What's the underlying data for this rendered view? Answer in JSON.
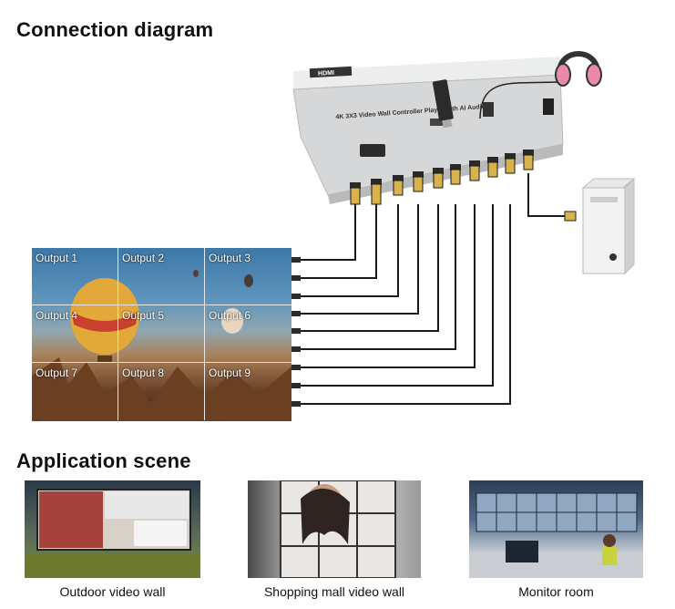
{
  "headings": {
    "connection": "Connection diagram",
    "application": "Application scene"
  },
  "device": {
    "brand": "HDMI",
    "model": "4K 3X3 Video Wall Controller Player with AI Audio"
  },
  "wall": {
    "outputs": [
      "Output 1",
      "Output 2",
      "Output 3",
      "Output 4",
      "Output 5",
      "Output 6",
      "Output 7",
      "Output 8",
      "Output 9"
    ]
  },
  "scenes": [
    {
      "caption": "Outdoor video wall"
    },
    {
      "caption": "Shopping mall video wall"
    },
    {
      "caption": "Monitor room"
    }
  ],
  "colors": {
    "device_body": "#d9dadb",
    "cable": "#1a1a1a",
    "connector_gold": "#d8b24a",
    "headphone_pink": "#e98aa8"
  }
}
